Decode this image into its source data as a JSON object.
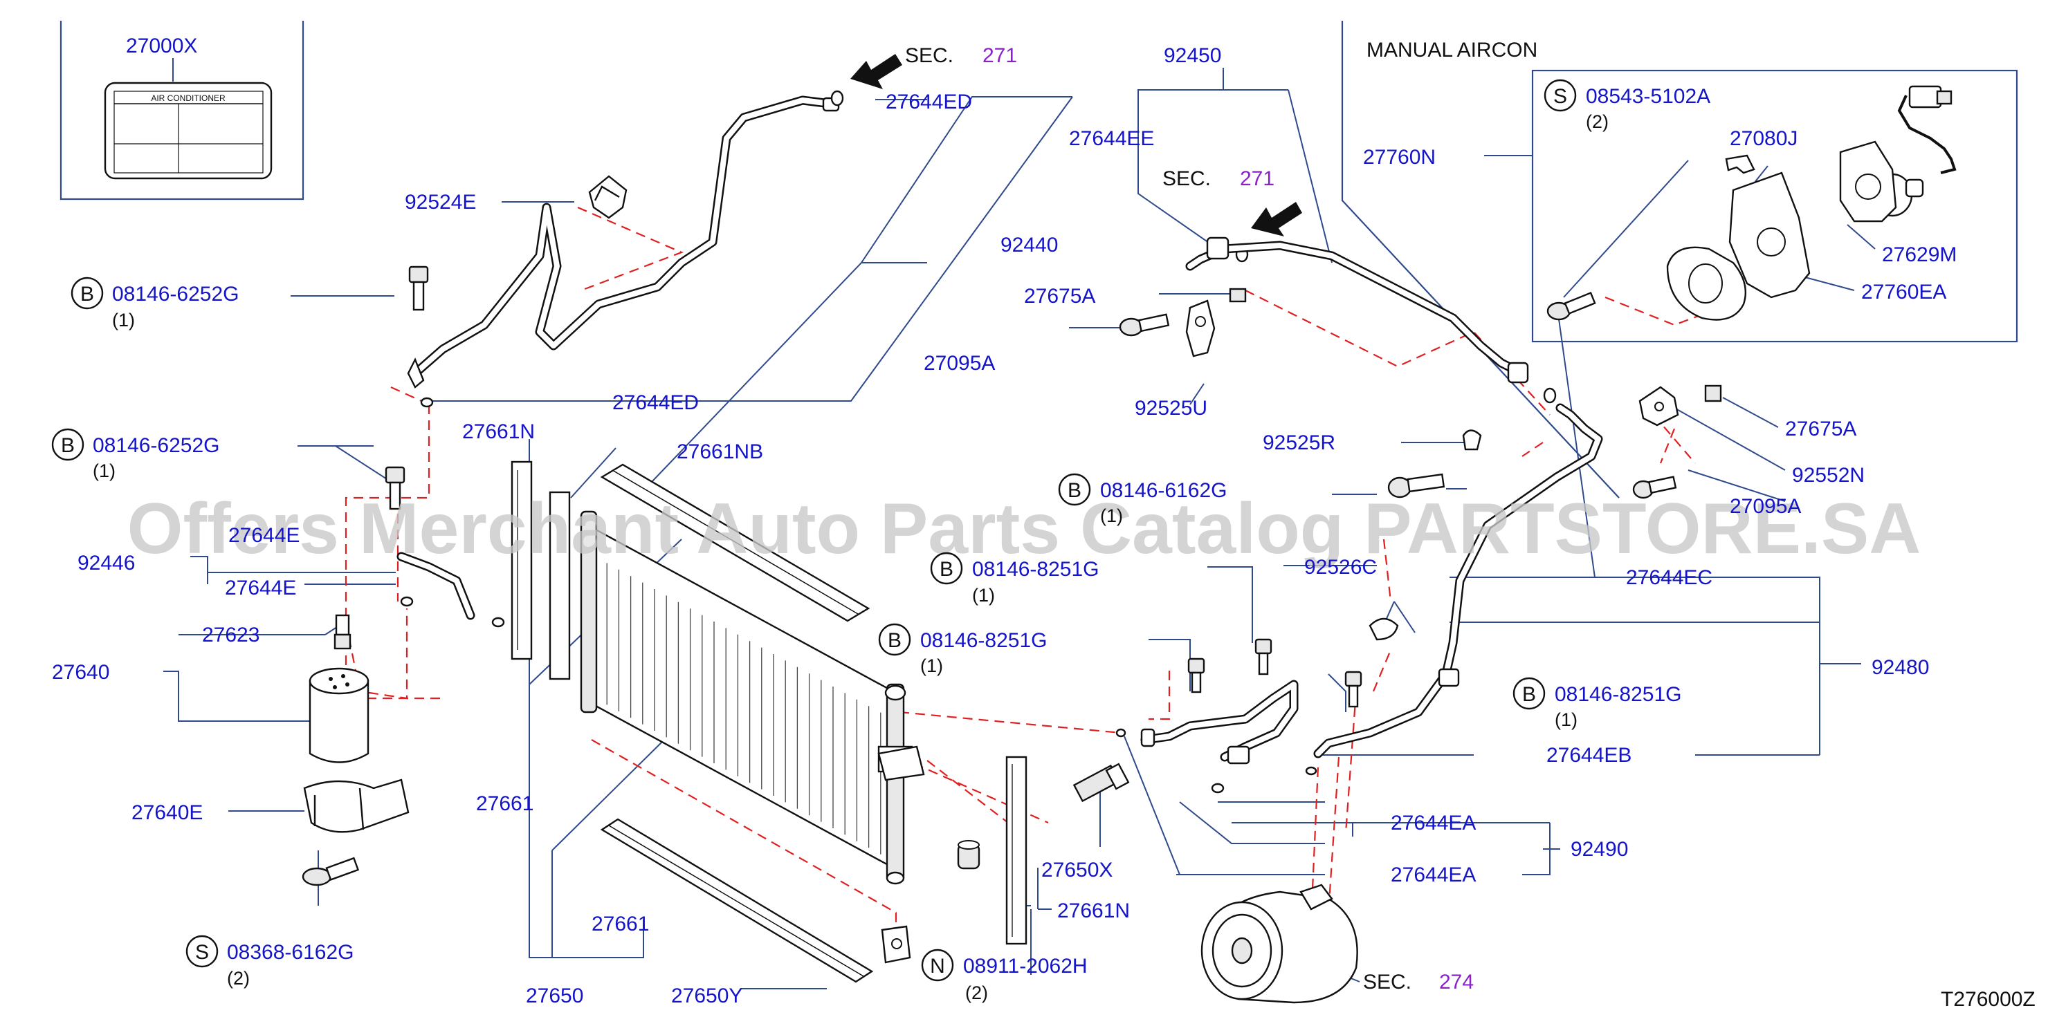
{
  "diagram_code": "T276000Z",
  "watermark": "Offers Merchant Auto Parts Catalog PARTSTORE.SA",
  "colors": {
    "part_no": "#1414c8",
    "section_ref": "#8a22c8",
    "leader": "#2f4a8c",
    "dash": "#e02020",
    "text": "#111111"
  },
  "manual_aircon_label": "MANUAL   AIRCON",
  "label_plate": {
    "part": "27000X",
    "text": "AIR    CONDITIONER"
  },
  "sections": [
    {
      "prefix": "SEC.",
      "num": "271"
    },
    {
      "prefix": "SEC.",
      "num": "271"
    },
    {
      "prefix": "SEC.",
      "num": "274"
    }
  ],
  "labels": [
    "27644ED",
    "92524E",
    "92440",
    "27644ED",
    "92446",
    "27644E",
    "27644E",
    "27640",
    "27623",
    "27640E",
    "27661N",
    "27661NB",
    "27661",
    "27661",
    "27650",
    "27650Y",
    "27650X",
    "27661N",
    "92450",
    "27644EE",
    "27760N",
    "27080J",
    "27629M",
    "27760EA",
    "27675A",
    "27095A",
    "92525U",
    "27675A",
    "92525R",
    "92552N",
    "27095A",
    "27644EC",
    "92526C",
    "92480",
    "27644EB",
    "27644EA",
    "27644EA",
    "92490"
  ],
  "callouts": [
    {
      "sym": "B",
      "part": "08146-6252G",
      "qty": "(1)"
    },
    {
      "sym": "B",
      "part": "08146-6252G",
      "qty": "(1)"
    },
    {
      "sym": "S",
      "part": "08368-6162G",
      "qty": "(2)"
    },
    {
      "sym": "N",
      "part": "08911-2062H",
      "qty": "(2)"
    },
    {
      "sym": "B",
      "part": "08146-6162G",
      "qty": "(1)"
    },
    {
      "sym": "B",
      "part": "08146-8251G",
      "qty": "(1)"
    },
    {
      "sym": "B",
      "part": "08146-8251G",
      "qty": "(1)"
    },
    {
      "sym": "B",
      "part": "08146-8251G",
      "qty": "(1)"
    },
    {
      "sym": "S",
      "part": "08543-5102A",
      "qty": "(2)"
    }
  ]
}
